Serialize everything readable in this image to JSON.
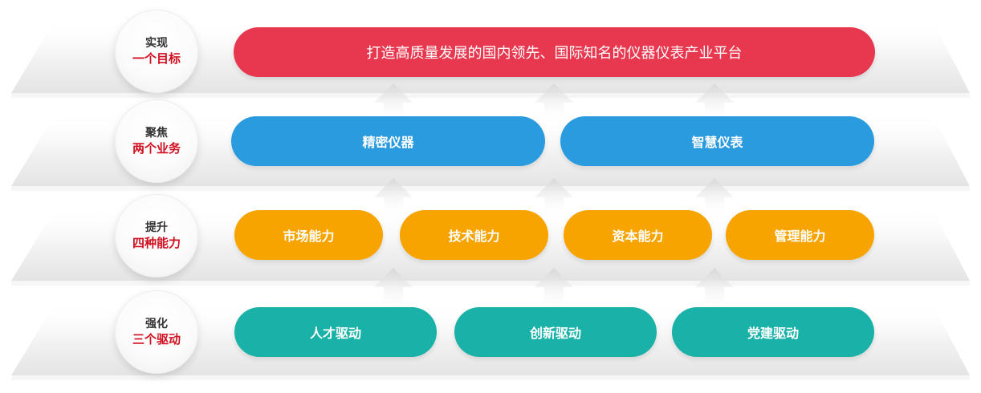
{
  "levels": [
    {
      "verb": "实现",
      "label": "一个目标"
    },
    {
      "verb": "聚焦",
      "label": "两个业务"
    },
    {
      "verb": "提升",
      "label": "四种能力"
    },
    {
      "verb": "强化",
      "label": "三个驱动"
    }
  ],
  "goal": "打造高质量发展的国内领先、国际知名的仪器仪表产业平台",
  "businesses": [
    "精密仪器",
    "智慧仪表"
  ],
  "capabilities": [
    "市场能力",
    "技术能力",
    "资本能力",
    "管理能力"
  ],
  "drivers": [
    "人才驱动",
    "创新驱动",
    "党建驱动"
  ],
  "colors": {
    "goal": "#e8384f",
    "business": "#2b9be0",
    "capability": "#f7a400",
    "driver": "#1ab2a8",
    "level_label": "#d01020"
  }
}
